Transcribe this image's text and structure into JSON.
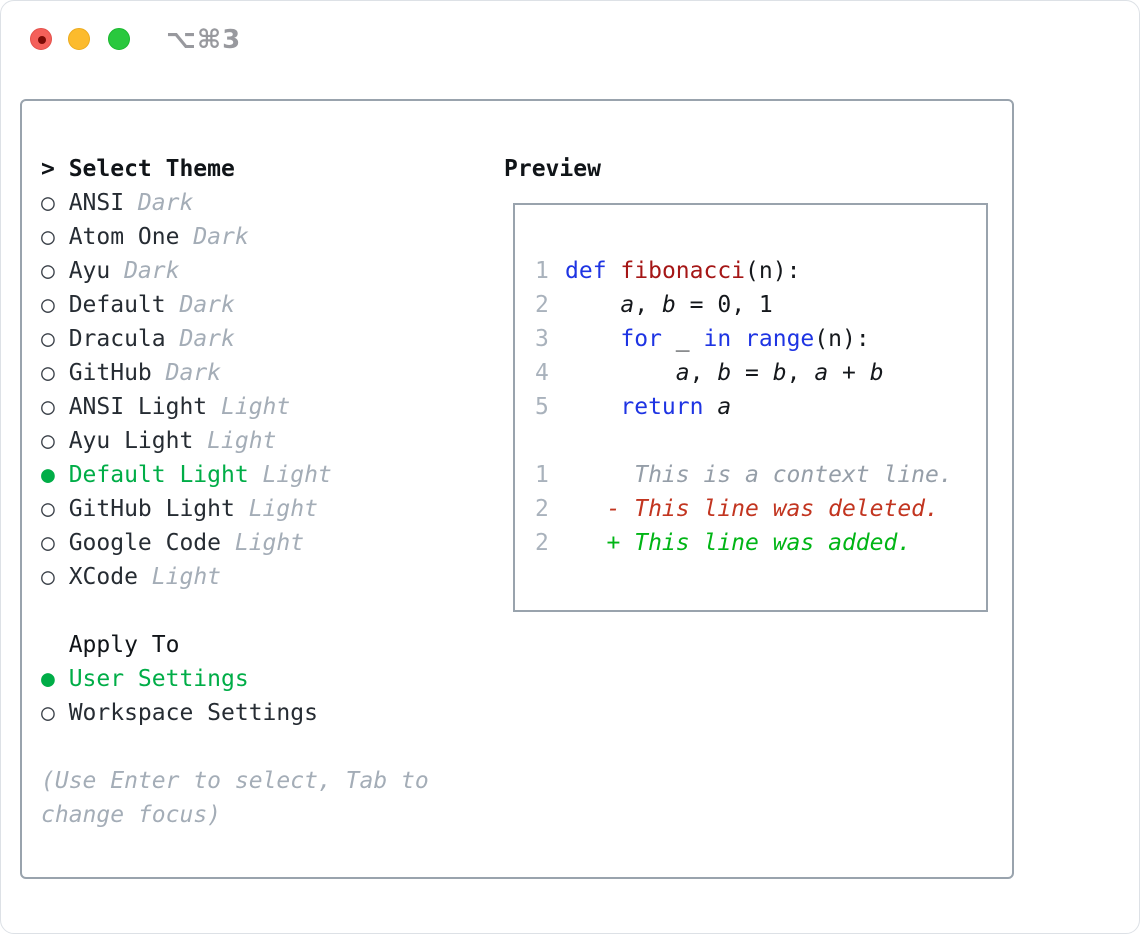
{
  "window": {
    "title": "⌥⌘3",
    "traffic_lights": [
      {
        "icon": "close-circle-icon",
        "color": "#f4605a"
      },
      {
        "icon": "minimize-circle-icon",
        "color": "#fcbb2d"
      },
      {
        "icon": "zoom-circle-icon",
        "color": "#29c83e"
      }
    ]
  },
  "theme_picker": {
    "prompt": ">",
    "title": "Select Theme",
    "items": [
      {
        "marker": "○",
        "name": "ANSI",
        "variant": "Dark",
        "selected": false
      },
      {
        "marker": "○",
        "name": "Atom One",
        "variant": "Dark",
        "selected": false
      },
      {
        "marker": "○",
        "name": "Ayu",
        "variant": "Dark",
        "selected": false
      },
      {
        "marker": "○",
        "name": "Default",
        "variant": "Dark",
        "selected": false
      },
      {
        "marker": "○",
        "name": "Dracula",
        "variant": "Dark",
        "selected": false
      },
      {
        "marker": "○",
        "name": "GitHub",
        "variant": "Dark",
        "selected": false
      },
      {
        "marker": "○",
        "name": "ANSI Light",
        "variant": "Light",
        "selected": false
      },
      {
        "marker": "○",
        "name": "Ayu Light",
        "variant": "Light",
        "selected": false
      },
      {
        "marker": "●",
        "name": "Default Light",
        "variant": "Light",
        "selected": true
      },
      {
        "marker": "○",
        "name": "GitHub Light",
        "variant": "Light",
        "selected": false
      },
      {
        "marker": "○",
        "name": "Google Code",
        "variant": "Light",
        "selected": false
      },
      {
        "marker": "○",
        "name": "XCode",
        "variant": "Light",
        "selected": false
      }
    ]
  },
  "apply_to": {
    "title": "Apply To",
    "options": [
      {
        "marker": "●",
        "label": "User Settings",
        "selected": true
      },
      {
        "marker": "○",
        "label": "Workspace Settings",
        "selected": false
      }
    ]
  },
  "hint": {
    "line1": "(Use Enter to select, Tab to",
    "line2": "change focus)"
  },
  "preview": {
    "title": "Preview",
    "code_lines": [
      {
        "num": "1",
        "tokens": [
          {
            "t": "def",
            "c": "kw"
          },
          {
            "t": " "
          },
          {
            "t": "fibonacci",
            "c": "fn"
          },
          {
            "t": "(n):"
          }
        ]
      },
      {
        "num": "2",
        "tokens": [
          {
            "t": "    "
          },
          {
            "t": "a",
            "c": "v"
          },
          {
            "t": ", "
          },
          {
            "t": "b",
            "c": "v"
          },
          {
            "t": " = 0, 1"
          }
        ]
      },
      {
        "num": "3",
        "tokens": [
          {
            "t": "    "
          },
          {
            "t": "for",
            "c": "kw"
          },
          {
            "t": " _ "
          },
          {
            "t": "in",
            "c": "kw"
          },
          {
            "t": " "
          },
          {
            "t": "range",
            "c": "kw"
          },
          {
            "t": "(n):"
          }
        ]
      },
      {
        "num": "4",
        "tokens": [
          {
            "t": "        "
          },
          {
            "t": "a",
            "c": "v"
          },
          {
            "t": ", "
          },
          {
            "t": "b",
            "c": "v"
          },
          {
            "t": " = "
          },
          {
            "t": "b",
            "c": "v"
          },
          {
            "t": ", "
          },
          {
            "t": "a",
            "c": "v"
          },
          {
            "t": " + "
          },
          {
            "t": "b",
            "c": "v"
          }
        ]
      },
      {
        "num": "5",
        "tokens": [
          {
            "t": "    "
          },
          {
            "t": "return",
            "c": "kw"
          },
          {
            "t": " "
          },
          {
            "t": "a",
            "c": "v"
          }
        ]
      }
    ],
    "diff_lines": [
      {
        "num": "1",
        "text": "     This is a context line.",
        "kind": "context"
      },
      {
        "num": "2",
        "text": "   - This line was deleted.",
        "kind": "deleted"
      },
      {
        "num": "2",
        "text": "   + This line was added.",
        "kind": "added"
      }
    ]
  },
  "colors": {
    "selected_green": "#00ad47",
    "diff_added_green": "#00b515",
    "diff_deleted_red": "#c23520",
    "keyword_blue": "#1e34e3",
    "function_red": "#a51616",
    "muted_gray": "#a4adb7",
    "border_gray": "#99a3ad"
  }
}
